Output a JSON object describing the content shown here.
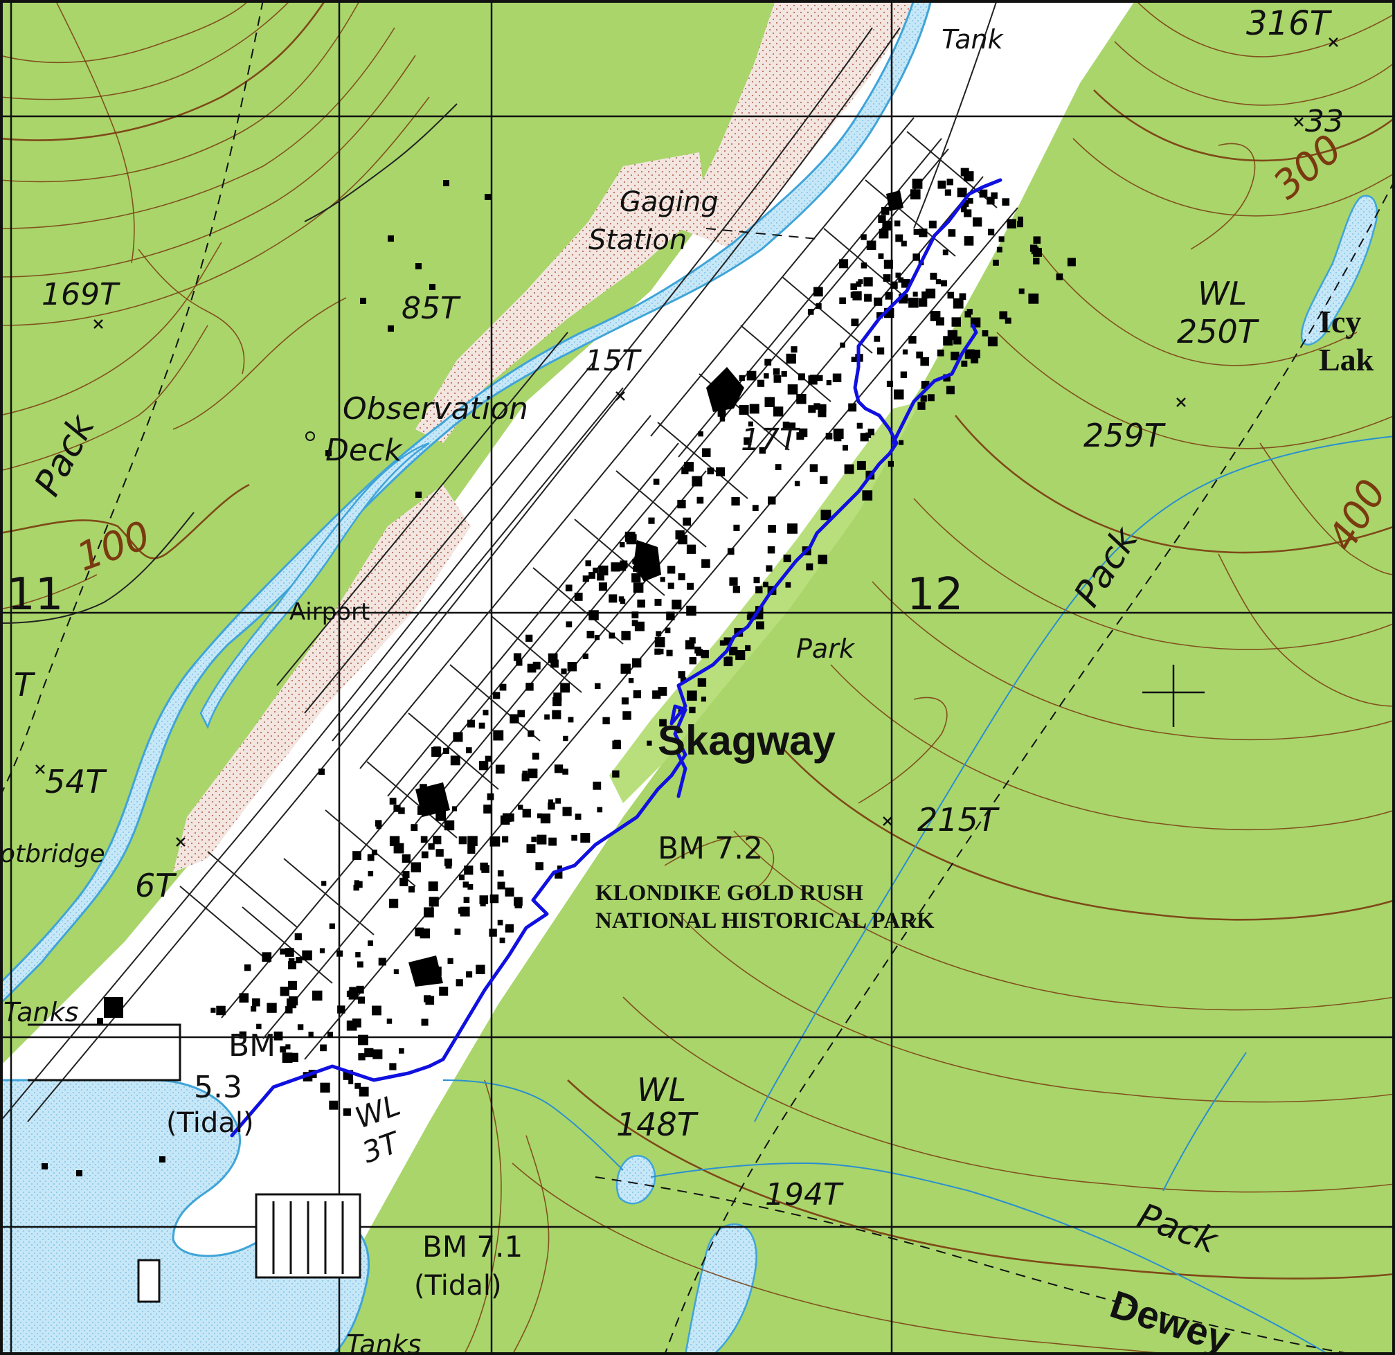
{
  "map": {
    "place_name": "Skagway",
    "park_name_line1": "KLONDIKE GOLD RUSH",
    "park_name_line2": "NATIONAL HISTORICAL PARK",
    "labels": {
      "tank_top": "Tank",
      "elev_316": "316T",
      "elev_33": "33",
      "gaging_station_1": "Gaging",
      "gaging_station_2": "Station",
      "elev_169": "169T",
      "elev_85": "85T",
      "elev_15": "15T",
      "observation_1": "Observation",
      "observation_2": "Deck",
      "pack_left": "Pack",
      "contour_100": "100",
      "section_11": "11",
      "airport": "Airport",
      "elev_17": "17T",
      "wl_250_1": "WL",
      "wl_250_2": "250T",
      "icy_lake_1": "Icy",
      "icy_lake_2": "Lak",
      "elev_259": "259T",
      "contour_300": "300",
      "pack_right": "Pack",
      "contour_400": "400",
      "section_12": "12",
      "park_label": "Park",
      "elev_54": "54T",
      "footbridge": "otbridge",
      "elev_6": "6T",
      "bm_72": "BM 7.2",
      "elev_215": "215T",
      "tanks_left": "Tanks",
      "bm_53_1": "BM",
      "bm_53_2": "5.3",
      "bm_53_3": "(Tidal)",
      "wl_3_1": "WL",
      "wl_3_2": "3T",
      "wl_148_1": "WL",
      "wl_148_2": "148T",
      "elev_194": "194T",
      "bm_71_1": "BM 7.1",
      "bm_71_2": "(Tidal)",
      "tanks_bottom": "Tanks",
      "pack_bottom": "Pack",
      "dewey": "Dewey",
      "edge_left_t": "T"
    },
    "colors": {
      "forest": "#a8d468",
      "forest_light": "#b9df7c",
      "water": "#bfe3f5",
      "water_edge": "#3fa4d8",
      "sand": "#f1e2dc",
      "town": "#ffffff",
      "contour": "#7a3a10",
      "route": "#1010e0",
      "building": "#000000"
    },
    "icons": [
      "benchmark-cross",
      "building-marker",
      "observation-deck-circle"
    ]
  }
}
